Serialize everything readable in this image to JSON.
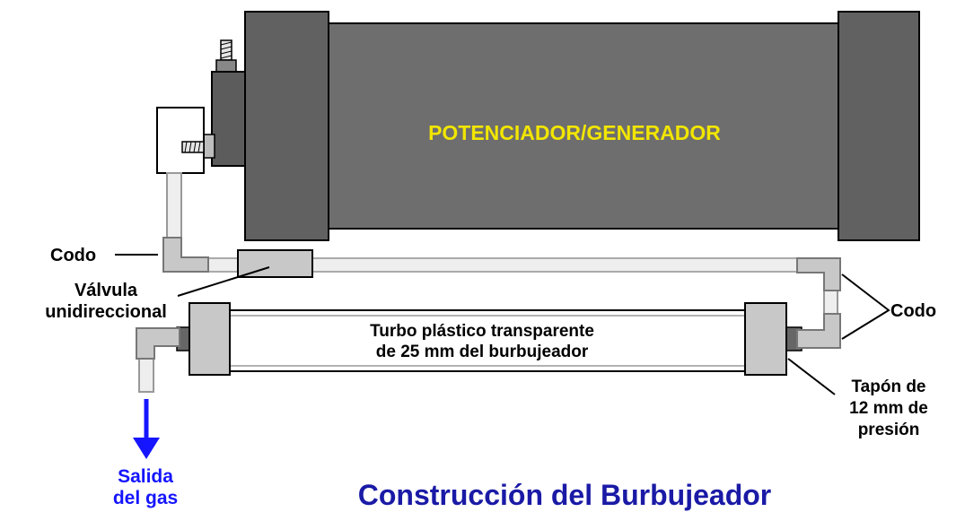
{
  "generator": {
    "label": "POTENCIADOR/GENERADOR",
    "label_color": "#f2e600",
    "body_color": "#6e6e6e",
    "end_cap_color": "#616161"
  },
  "labels": {
    "elbow_left": "Codo",
    "check_valve_line1": "Válvula",
    "check_valve_line2": "unidireccional",
    "elbow_right": "Codo",
    "tube_line1": "Turbo plástico transparente",
    "tube_line2": "de 25 mm del burbujeador",
    "cap_line1": "Tapón de",
    "cap_line2": "12 mm de",
    "cap_line3": "presión",
    "gas_out_line1": "Salida",
    "gas_out_line2": "del gas",
    "title": "Construcción del Burbujeador"
  },
  "colors": {
    "text": "#000000",
    "title": "#1a1aa6",
    "gas_out": "#1515ff",
    "fitting": "#c8c8c8",
    "pipe": "#bdbdbd",
    "dark_fitting": "#555555"
  }
}
